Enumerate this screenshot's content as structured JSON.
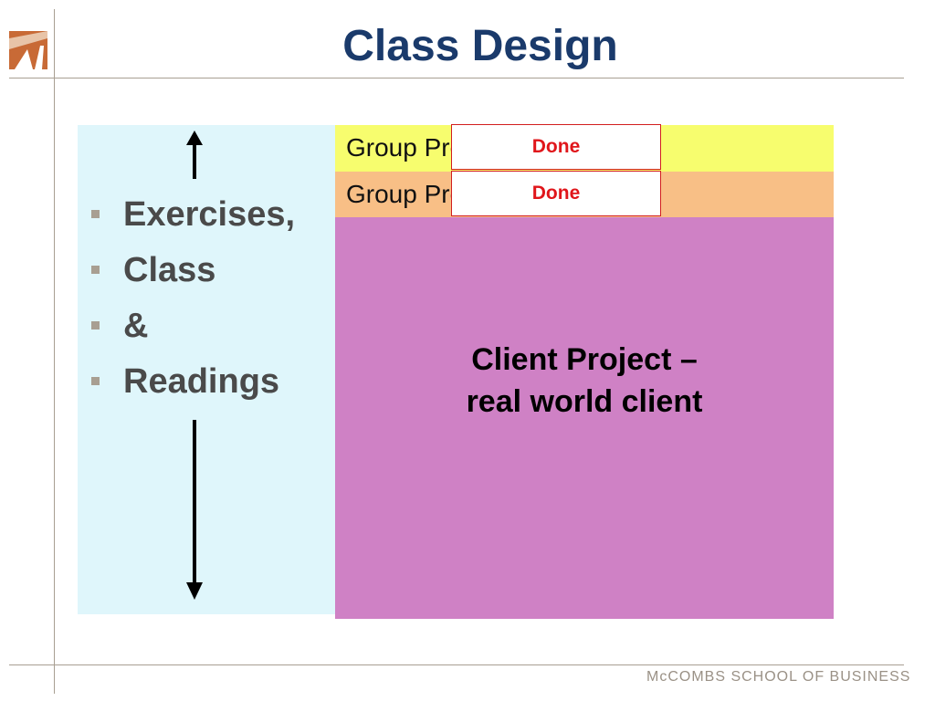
{
  "slide": {
    "title": "Class Design",
    "logo_icon": "mccombs-logo-icon",
    "left_panel": {
      "bullets": [
        "Exercises,",
        "Class",
        "&",
        "Readings"
      ],
      "bullet_icon": "square-bullet-icon",
      "arrows": [
        "up-arrow-icon",
        "down-arrow-icon"
      ]
    },
    "rows": [
      {
        "text": "Group Project 1",
        "color": "#f7fd6e",
        "stamp": "Done"
      },
      {
        "text": "Group Project 2 – the case",
        "color": "#f8bf86",
        "stamp": "Done"
      }
    ],
    "client_project": {
      "line1": "Client Project –",
      "line2": "real world client",
      "color": "#cf81c5"
    },
    "footer": "McCOMBS SCHOOL OF BUSINESS",
    "colors": {
      "title": "#1a3a6b",
      "left_panel": "#dff6fb",
      "done_text": "#e0161b",
      "brand_gray": "#a89f92"
    }
  }
}
